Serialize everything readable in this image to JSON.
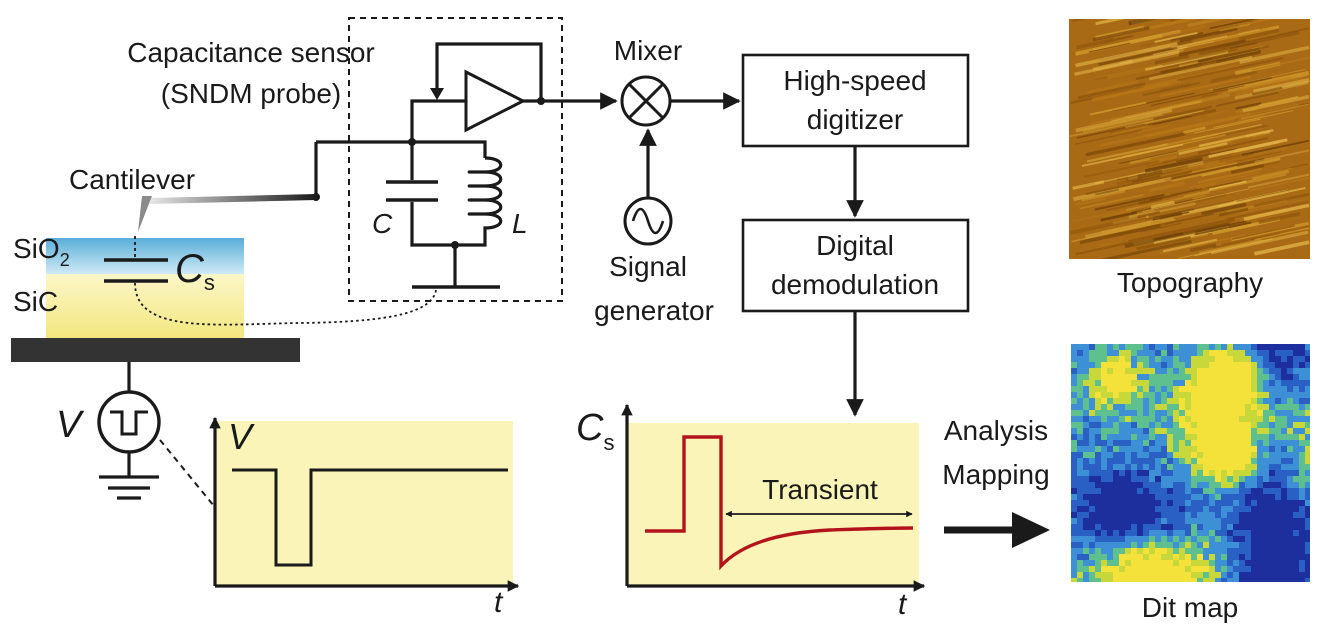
{
  "labels": {
    "capacitance_sensor": "Capacitance sensor",
    "sndm_probe": "(SNDM probe)",
    "cantilever": "Cantilever",
    "sio2_base": "SiO",
    "sio2_sub": "2",
    "sic": "SiC",
    "cs_main": "C",
    "cs_sub": "s",
    "c_cap": "C",
    "l_ind": "L",
    "v_source": "V",
    "mixer": "Mixer",
    "signal": "Signal",
    "generator": "generator",
    "digitizer_line1": "High-speed",
    "digitizer_line2": "digitizer",
    "demod_line1": "Digital",
    "demod_line2": "demodulation",
    "topography": "Topography",
    "analysis": "Analysis",
    "mapping": "Mapping",
    "dit_map": "Dit map"
  },
  "plots": {
    "voltage": {
      "ylabel": "V",
      "xlabel": "t"
    },
    "capacitance": {
      "ylabel_main": "C",
      "ylabel_sub": "s",
      "xlabel": "t",
      "annotation": "Transient"
    }
  },
  "colors": {
    "plot_bg": "#fbf4b8",
    "sio2_top": "#5aaed8",
    "sio2_bottom": "#cfeaf6",
    "sic": "#f7ee98",
    "stage": "#333333",
    "transient_curve": "#b3141c",
    "topography_base": "#a86a14",
    "dit_base": "#3d8fd6"
  }
}
